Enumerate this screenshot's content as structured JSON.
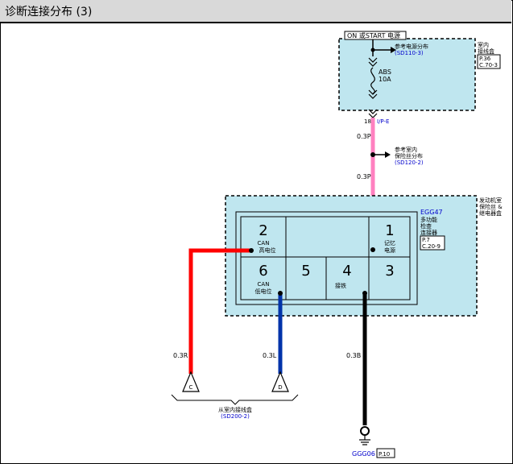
{
  "title": "诊断连接分布 (3)",
  "power_label": "ON 或START  电源",
  "indoor_box": {
    "label": [
      "室内",
      "接线盒"
    ],
    "refs": [
      "P.36",
      "C.70-3"
    ]
  },
  "ref_power": {
    "label": "参考电源分布",
    "code": "(SD110-3)"
  },
  "fuse": {
    "name": "ABS",
    "rating": "10A"
  },
  "connector_ipe": {
    "pin": "18",
    "name": "I/P-E"
  },
  "wire_pink_1": "0.3P",
  "ref_fuse": {
    "label": [
      "参考室内",
      "保险丝分布"
    ],
    "code": "(SD120-2)"
  },
  "wire_pink_2": "0.3P",
  "engine_box": {
    "label": [
      "发动机室",
      "保险丝 &",
      "继电器盒"
    ]
  },
  "egg47": {
    "code": "EGG47",
    "desc": [
      "多功能",
      "检查",
      "连接器"
    ],
    "refs": [
      "P.7",
      "C.20-9"
    ]
  },
  "pins": [
    {
      "num": "2",
      "label": [
        "CAN",
        "高电位"
      ]
    },
    {
      "num": "1",
      "label": [
        "记忆",
        "电源"
      ]
    },
    {
      "num": "6",
      "label": [
        "CAN",
        "低电位"
      ]
    },
    {
      "num": "5",
      "label": []
    },
    {
      "num": "4",
      "label": [
        "接铁"
      ]
    },
    {
      "num": "3",
      "label": []
    }
  ],
  "wires": {
    "red": "0.3R",
    "blue": "0.3L",
    "black": "0.3B"
  },
  "connectors": {
    "c": "C",
    "d": "D"
  },
  "from_indoor": {
    "label": "从室内接线盒",
    "code": "(SD200-2)"
  },
  "ground": {
    "code": "GGG06",
    "ref": "P.10"
  },
  "colors": {
    "pink": "#ff80c0",
    "red": "#ff0000",
    "blue": "#0033aa",
    "black": "#000000",
    "box_fill": "#bfe6ef"
  }
}
